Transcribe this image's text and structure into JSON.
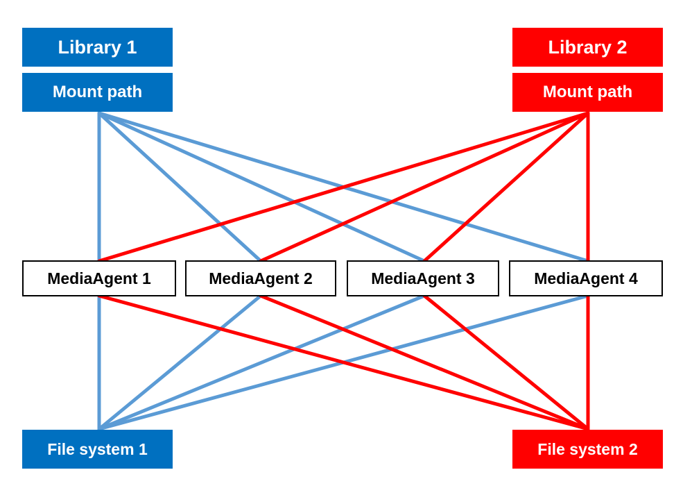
{
  "colors": {
    "blue_box": "#0070C0",
    "blue_line": "#5B9BD5",
    "red": "#FF0000",
    "agent_border": "#000000",
    "background": "#FFFFFF"
  },
  "left": {
    "library": "Library 1",
    "mount_path": "Mount path",
    "file_system": "File system 1"
  },
  "right": {
    "library": "Library 2",
    "mount_path": "Mount path",
    "file_system": "File system 2"
  },
  "media_agents": [
    "MediaAgent 1",
    "MediaAgent 2",
    "MediaAgent 3",
    "MediaAgent 4"
  ]
}
